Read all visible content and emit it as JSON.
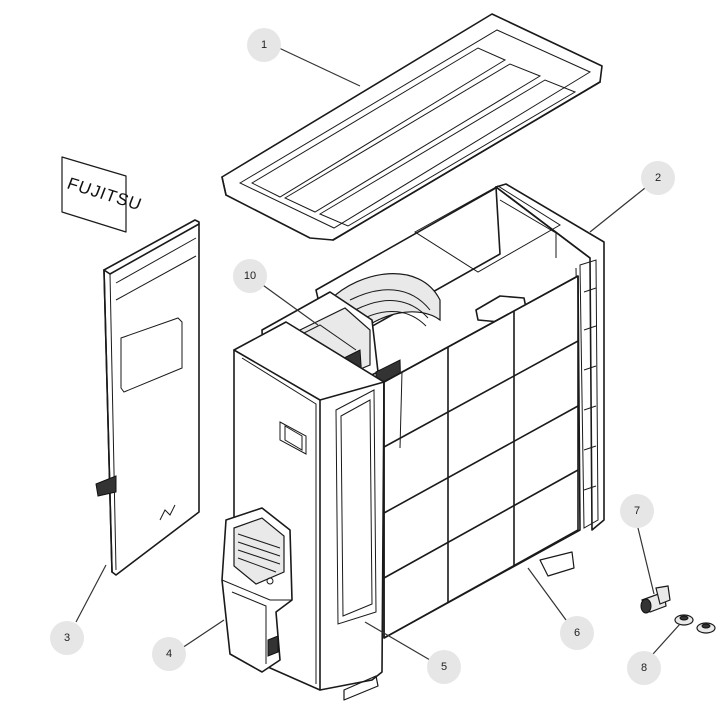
{
  "logo": {
    "text": "FUJITSU"
  },
  "callouts": [
    {
      "id": "1",
      "label": "1"
    },
    {
      "id": "2",
      "label": "2"
    },
    {
      "id": "3",
      "label": "3"
    },
    {
      "id": "4",
      "label": "4"
    },
    {
      "id": "5",
      "label": "5"
    },
    {
      "id": "6",
      "label": "6"
    },
    {
      "id": "7",
      "label": "7"
    },
    {
      "id": "8",
      "label": "8"
    },
    {
      "id": "10",
      "label": "10"
    }
  ]
}
